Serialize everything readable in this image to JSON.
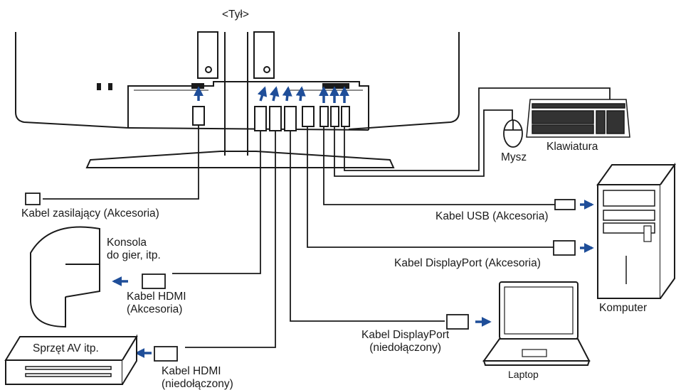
{
  "diagram": {
    "title": "<Tył>",
    "labels": {
      "power_cable": "Kabel zasilający (Akcesoria)",
      "console": "Konsola\ndo gier, itp.",
      "hdmi_accessory": "Kabel HDMI\n(Akcesoria)",
      "av_device": "Sprzęt AV itp.",
      "hdmi_not_included": "Kabel HDMI\n(niedołączony)",
      "mouse": "Mysz",
      "keyboard": "Klawiatura",
      "usb_cable": "Kabel USB (Akcesoria)",
      "dp_accessory": "Kabel DisplayPort (Akcesoria)",
      "computer": "Komputer",
      "dp_not_included": "Kabel DisplayPort\n(niedołączony)",
      "laptop": "Laptop"
    },
    "colors": {
      "arrow": "#1f4e99",
      "line": "#1a1a1a"
    }
  }
}
